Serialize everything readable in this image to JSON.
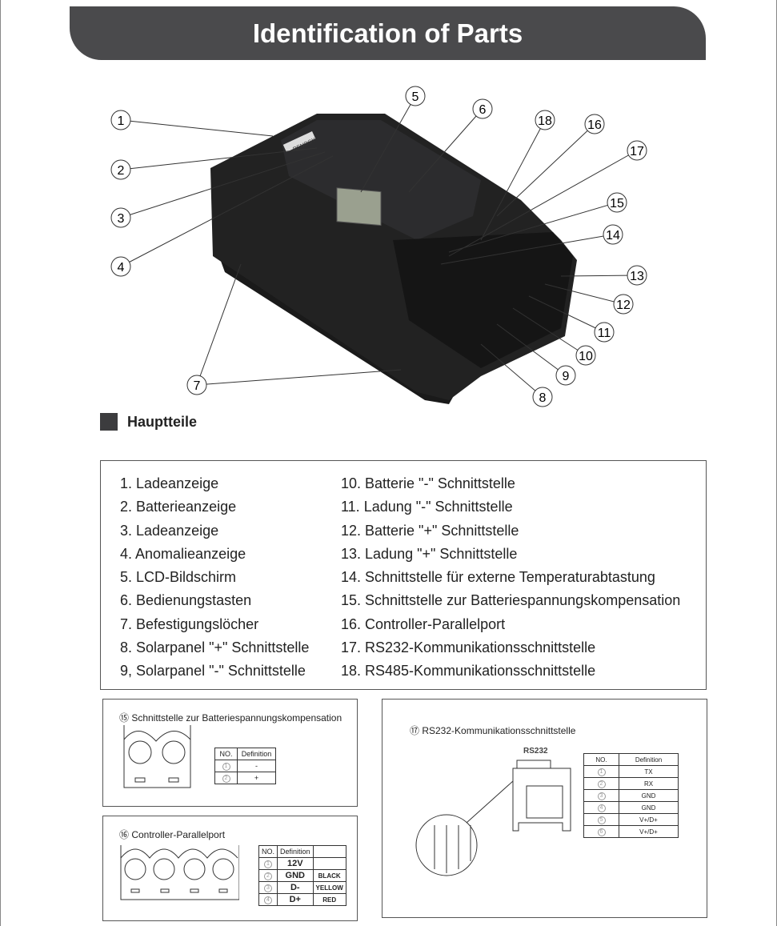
{
  "title": "Identification of Parts",
  "brand": "RENOGY",
  "callouts": [
    "1",
    "2",
    "3",
    "4",
    "5",
    "6",
    "7",
    "8",
    "9",
    "10",
    "11",
    "12",
    "13",
    "14",
    "15",
    "16",
    "17",
    "18"
  ],
  "section": "Hauptteile",
  "parts_left": [
    "1. Ladeanzeige",
    "2. Batterieanzeige",
    "3. Ladeanzeige",
    "4. Anomalieanzeige",
    "5. LCD-Bildschirm",
    "6. Bedienungstasten",
    "7. Befestigungslöcher",
    "8. Solarpanel \"+\" Schnittstelle",
    "9, Solarpanel \"-\" Schnittstelle"
  ],
  "parts_right": [
    "10. Batterie \"-\" Schnittstelle",
    "11. Ladung \"-\" Schnittstelle",
    "12. Batterie \"+\" Schnittstelle",
    "13. Ladung \"+\" Schnittstelle",
    "14. Schnittstelle für externe Temperaturabtastung",
    "15. Schnittstelle zur Batteriespannungskompensation",
    "16. Controller-Parallelport",
    "17. RS232-Kommunikationsschnittstelle",
    "18. RS485-Kommunikationsschnittstelle"
  ],
  "box15": {
    "title": "⑮ Schnittstelle zur Batteriespannungskompensation",
    "head": [
      "NO.",
      "Definition"
    ],
    "rows": [
      [
        "1",
        "-"
      ],
      [
        "2",
        "+"
      ]
    ]
  },
  "box16": {
    "title": "⑯ Controller-Parallelport",
    "head": [
      "NO.",
      "Definition",
      ""
    ],
    "rows": [
      [
        "1",
        "12V",
        ""
      ],
      [
        "2",
        "GND",
        "BLACK"
      ],
      [
        "3",
        "D-",
        "YELLOW"
      ],
      [
        "4",
        "D+",
        "RED"
      ]
    ]
  },
  "box17": {
    "title": "⑰ RS232-Kommunikationsschnittstelle",
    "label": "RS232",
    "head": [
      "NO.",
      "Definition"
    ],
    "rows": [
      [
        "1",
        "TX"
      ],
      [
        "2",
        "RX"
      ],
      [
        "3",
        "GND"
      ],
      [
        "4",
        "GND"
      ],
      [
        "5",
        "V+/D+"
      ],
      [
        "6",
        "V+/D+"
      ]
    ]
  }
}
